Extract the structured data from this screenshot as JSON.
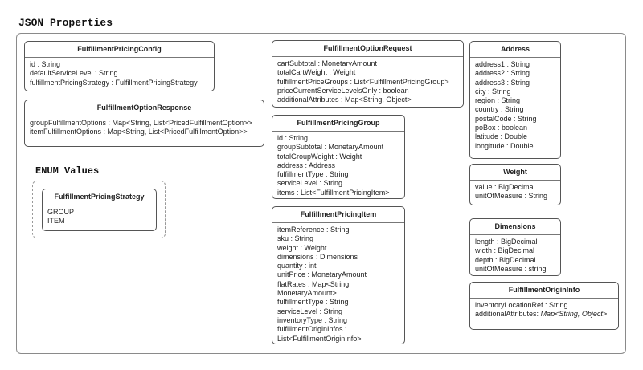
{
  "title": "JSON Properties",
  "enum_title": "ENUM Values",
  "boxes": [
    {
      "id": "fulfillment-pricing-config",
      "name": "FulfillmentPricingConfig",
      "attrs": [
        "id : String",
        "defaultServiceLevel : String",
        "fulfillmentPricingStrategy : FulfillmentPricingStrategy"
      ]
    },
    {
      "id": "fulfillment-option-response",
      "name": "FulfillmentOptionResponse",
      "attrs": [
        "groupFulfillmentOptions : Map<String, List<PricedFulfillmentOption>>",
        "itemFulfillmentOptions : Map<String, List<PricedFulfillmentOption>>"
      ]
    },
    {
      "id": "fulfillment-pricing-strategy",
      "name": "FulfillmentPricingStrategy",
      "attrs": [
        "GROUP",
        "ITEM"
      ]
    },
    {
      "id": "fulfillment-option-request",
      "name": "FulfillmentOptionRequest",
      "attrs": [
        "cartSubtotal : MonetaryAmount",
        "totalCartWeight : Weight",
        "fulfillmentPriceGroups : List<FulfillmentPricingGroup>",
        "priceCurrentServiceLevelsOnly : boolean",
        "additionalAttributes : Map<String, Object>"
      ]
    },
    {
      "id": "fulfillment-pricing-group",
      "name": "FulfillmentPricingGroup",
      "attrs": [
        "id : String",
        "groupSubtotal : MonetaryAmount",
        "totalGroupWeight : Weight",
        "address : Address",
        "fulfillmentType : String",
        "serviceLevel : String",
        "items : List<FulfillmentPricingItem>"
      ]
    },
    {
      "id": "fulfillment-pricing-item",
      "name": "FulfillmentPricingItem",
      "attrs": [
        "itemReference : String",
        "sku : String",
        "weight : Weight",
        "dimensions : Dimensions",
        "quantity : int",
        "unitPrice : MonetaryAmount",
        "flatRates : Map<String,",
        "MonetaryAmount>",
        "fulfillmentType : String",
        "serviceLevel : String",
        "inventoryType : String",
        "fulfillmentOriginInfos :",
        "List<FulfillmentOriginInfo>"
      ]
    },
    {
      "id": "address",
      "name": "Address",
      "attrs": [
        "address1 : String",
        "address2 : String",
        "address3 : String",
        "city : String",
        "region : String",
        "country : String",
        "postalCode : String",
        "poBox : boolean",
        "latitude : Double",
        "longitude : Double"
      ]
    },
    {
      "id": "weight",
      "name": "Weight",
      "attrs": [
        "value : BigDecimal",
        "unitOfMeasure : String"
      ]
    },
    {
      "id": "dimensions",
      "name": "Dimensions",
      "attrs": [
        "length : BigDecimal",
        "width : BigDecimal",
        "depth : BigDecimal",
        "unitOfMeasure : string"
      ]
    },
    {
      "id": "fulfillment-origin-info",
      "name": "FulfillmentOriginInfo",
      "attrs": [
        "inventoryLocationRef : String",
        {
          "label": "additionalAttributes: ",
          "italic": "Map<String, Object>"
        }
      ]
    }
  ]
}
